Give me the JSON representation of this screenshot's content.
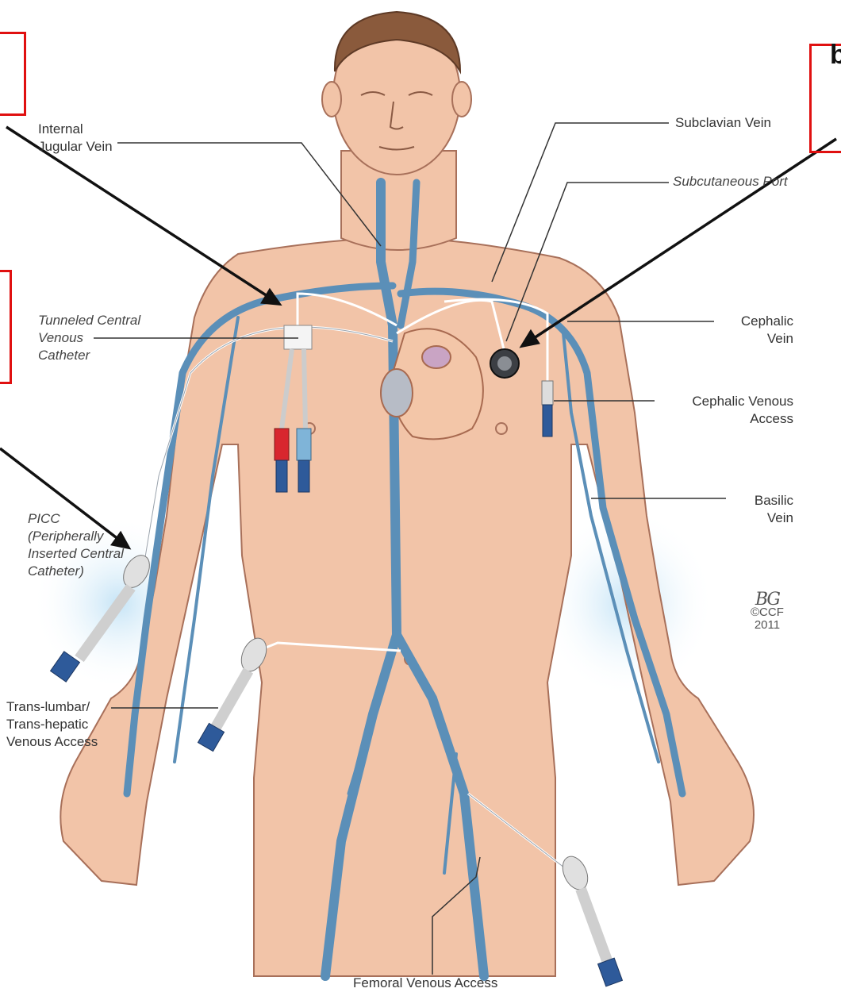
{
  "labels": {
    "internal_jugular": [
      "Internal",
      "Jugular Vein"
    ],
    "subclavian": "Subclavian Vein",
    "subcutaneous_port": "Subcutaneous Port",
    "tunneled_cvc": [
      "Tunneled Central",
      "Venous",
      "Catheter"
    ],
    "cephalic_vein": [
      "Cephalic",
      "Vein"
    ],
    "cephalic_access": [
      "Cephalic Venous",
      "Access"
    ],
    "basilic_vein": [
      "Basilic",
      "Vein"
    ],
    "picc": [
      "PICC",
      "(Peripherally",
      "Inserted Central",
      "Catheter)"
    ],
    "translumbar": [
      "Trans-lumbar/",
      "Trans-hepatic",
      "Venous Access"
    ],
    "femoral": "Femoral Venous Access"
  },
  "signature": {
    "initials": "BG",
    "copyright": "©CCF",
    "year": "2011"
  },
  "cut_letter": "b",
  "colors": {
    "skin": "#f2c4a8",
    "vein": "#5b8fb8",
    "annotation_box": "#e01010",
    "arrow": "#111111"
  }
}
